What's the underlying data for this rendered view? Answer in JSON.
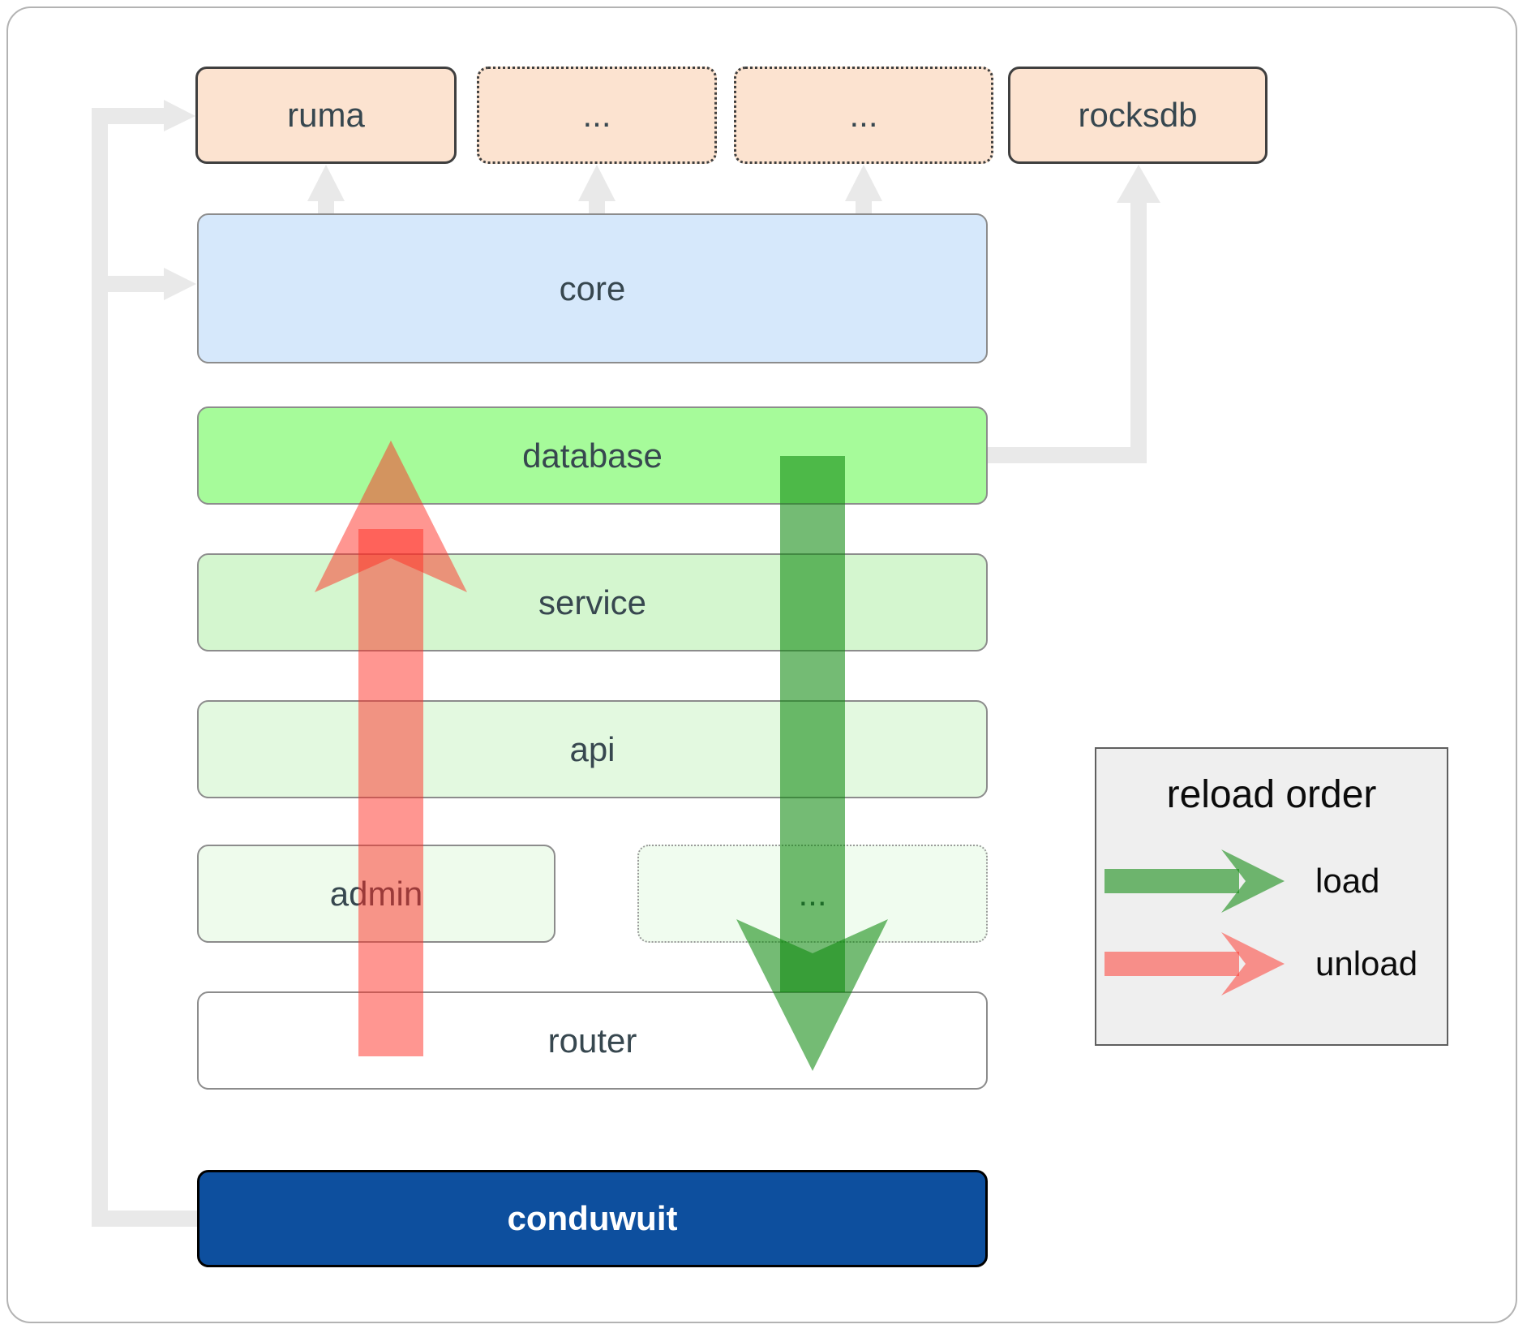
{
  "boxes": {
    "ruma": {
      "label": "ruma"
    },
    "dots_top_1": {
      "label": "..."
    },
    "dots_top_2": {
      "label": "..."
    },
    "rocksdb": {
      "label": "rocksdb"
    },
    "core": {
      "label": "core"
    },
    "database": {
      "label": "database"
    },
    "service": {
      "label": "service"
    },
    "api": {
      "label": "api"
    },
    "admin": {
      "label": "admin"
    },
    "dots_admin_row": {
      "label": "..."
    },
    "router": {
      "label": "router"
    },
    "conduwuit": {
      "label": "conduwuit"
    }
  },
  "legend": {
    "title": "reload order",
    "items": [
      {
        "label": "load",
        "color": "rgba(10,135,10,0.57)"
      },
      {
        "label": "unload",
        "color": "rgba(255,45,35,0.5)"
      }
    ]
  },
  "colors": {
    "load_arrow": "rgba(10,135,10,0.57)",
    "unload_arrow": "rgba(255,45,35,0.5)",
    "connector": "#e9e9e9",
    "peach_fill": "#fce3d0",
    "core_fill": "#d6e8fb",
    "database_fill": "#a6fb9a",
    "service_fill": "#d4f6cf",
    "api_fill": "#e3f9e0",
    "admin_fill": "#eefbec",
    "dots_admin_row_fill": "#f0fcef",
    "router_fill": "#ffffff",
    "conduwuit_fill": "#0d4f9e",
    "legend_fill": "#efefef",
    "frame_border": "#b3b3b3",
    "label_text": "#37474f"
  }
}
